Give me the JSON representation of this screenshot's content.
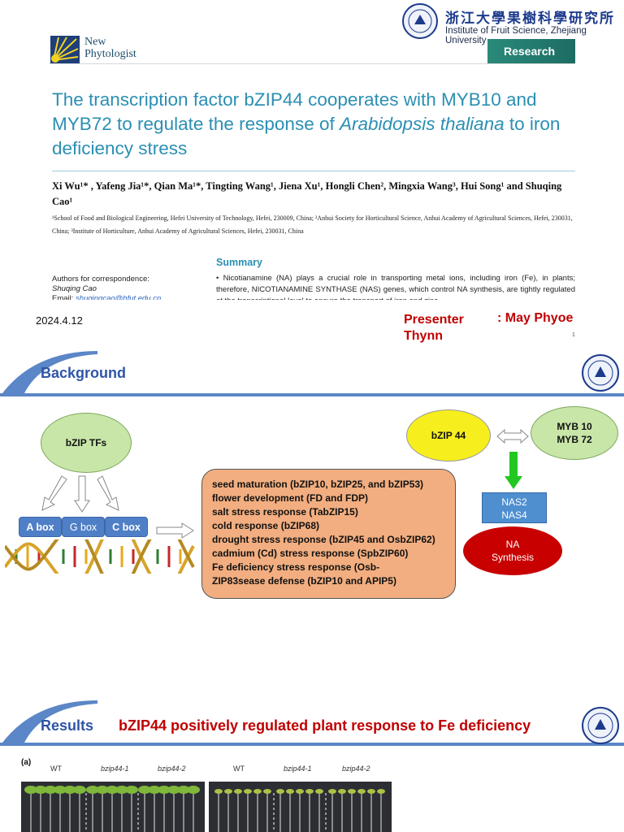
{
  "slide1": {
    "journal_line1": "New",
    "journal_line2": "Phytologist",
    "research_label": "Research",
    "institute_cn": "浙江大學果樹科學研究所",
    "institute_en": "Institute of Fruit Science, Zhejiang University",
    "title_part1": "The transcription factor bZIP44 cooperates with MYB10 and MYB72 to regulate the response of ",
    "title_italic": "Arabidopsis thaliana",
    "title_part2": " to iron deficiency stress",
    "authors": "Xi Wu¹* , Yafeng Jia¹*, Qian Ma¹*, Tingting Wang¹, Jiena Xu¹, Hongli Chen², Mingxia Wang³, Hui Song¹ and Shuqing Cao¹",
    "affiliations": "¹School of Food and Biological Engineering, Hefei University of Technology, Hefei, 230009, China; ²Anhui Society for Horticultural Science, Anhui Academy of Agricultural Sciences, Hefei, 230031, China; ³Institute of Horticulture, Anhui Academy of Agricultural Sciences, Hefei, 230031, China",
    "corr_label": "Authors for correspondence:",
    "corr_name": "Shuqing Cao",
    "corr_email_label": "Email: ",
    "corr_email": "shuqingcao@hfut.edu.cn",
    "summary_heading": "Summary",
    "summary_text": "• Nicotianamine (NA) plays a crucial role in transporting metal ions, including iron (Fe), in plants; therefore, NICOTIANAMINE SYNTHASE (NAS) genes, which control NA synthesis, are tightly regulated at the transcriptional level to ensure the transport of iron and zinc.",
    "date": "2024.4.12",
    "presenter_label": "Presenter",
    "presenter_name": ": May Phyoe",
    "presenter_name2": "Thynn",
    "page_number": "1"
  },
  "slide2": {
    "title": "Background",
    "bzip_tfs": "bZIP TFs",
    "boxes": [
      "A box",
      "G box",
      "C box"
    ],
    "functions": [
      "seed maturation (bZIP10, bZIP25, and bZIP53)",
      "flower development (FD and FDP)",
      "salt stress response (TabZIP15)",
      "cold response (bZIP68)",
      "drought stress response (bZIP45 and OsbZIP62)",
      "cadmium (Cd) stress response (SpbZIP60)",
      "Fe deficiency stress response (Osb-",
      "ZIP83sease defense (bZIP10 and APIP5)"
    ],
    "bzip44": "bZIP 44",
    "myb10": "MYB 10",
    "myb72": "MYB 72",
    "nas2": "NAS2",
    "nas4": "NAS4",
    "na": "NA",
    "synthesis": "Synthesis"
  },
  "slide3": {
    "title": "Results",
    "subtitle": "bZIP44 positively regulated plant response to Fe deficiency",
    "panel_label": "(a)",
    "groups_left": [
      "WT",
      "bzip44-1",
      "bzip44-2"
    ],
    "groups_right": [
      "WT",
      "bzip44-1",
      "bzip44-2"
    ]
  },
  "colors": {
    "accent_blue": "#2f55a6",
    "title_teal": "#2b8fb3",
    "red": "#c00000",
    "function_box": "#f2ae80",
    "bzip44_yellow": "#f7ee1d",
    "green_ellipse": "#c8e6a8"
  },
  "icons": [
    "new-phytologist-logo",
    "zju-seal",
    "orcid-icon",
    "double-arrow",
    "down-arrow",
    "dna-helix"
  ]
}
